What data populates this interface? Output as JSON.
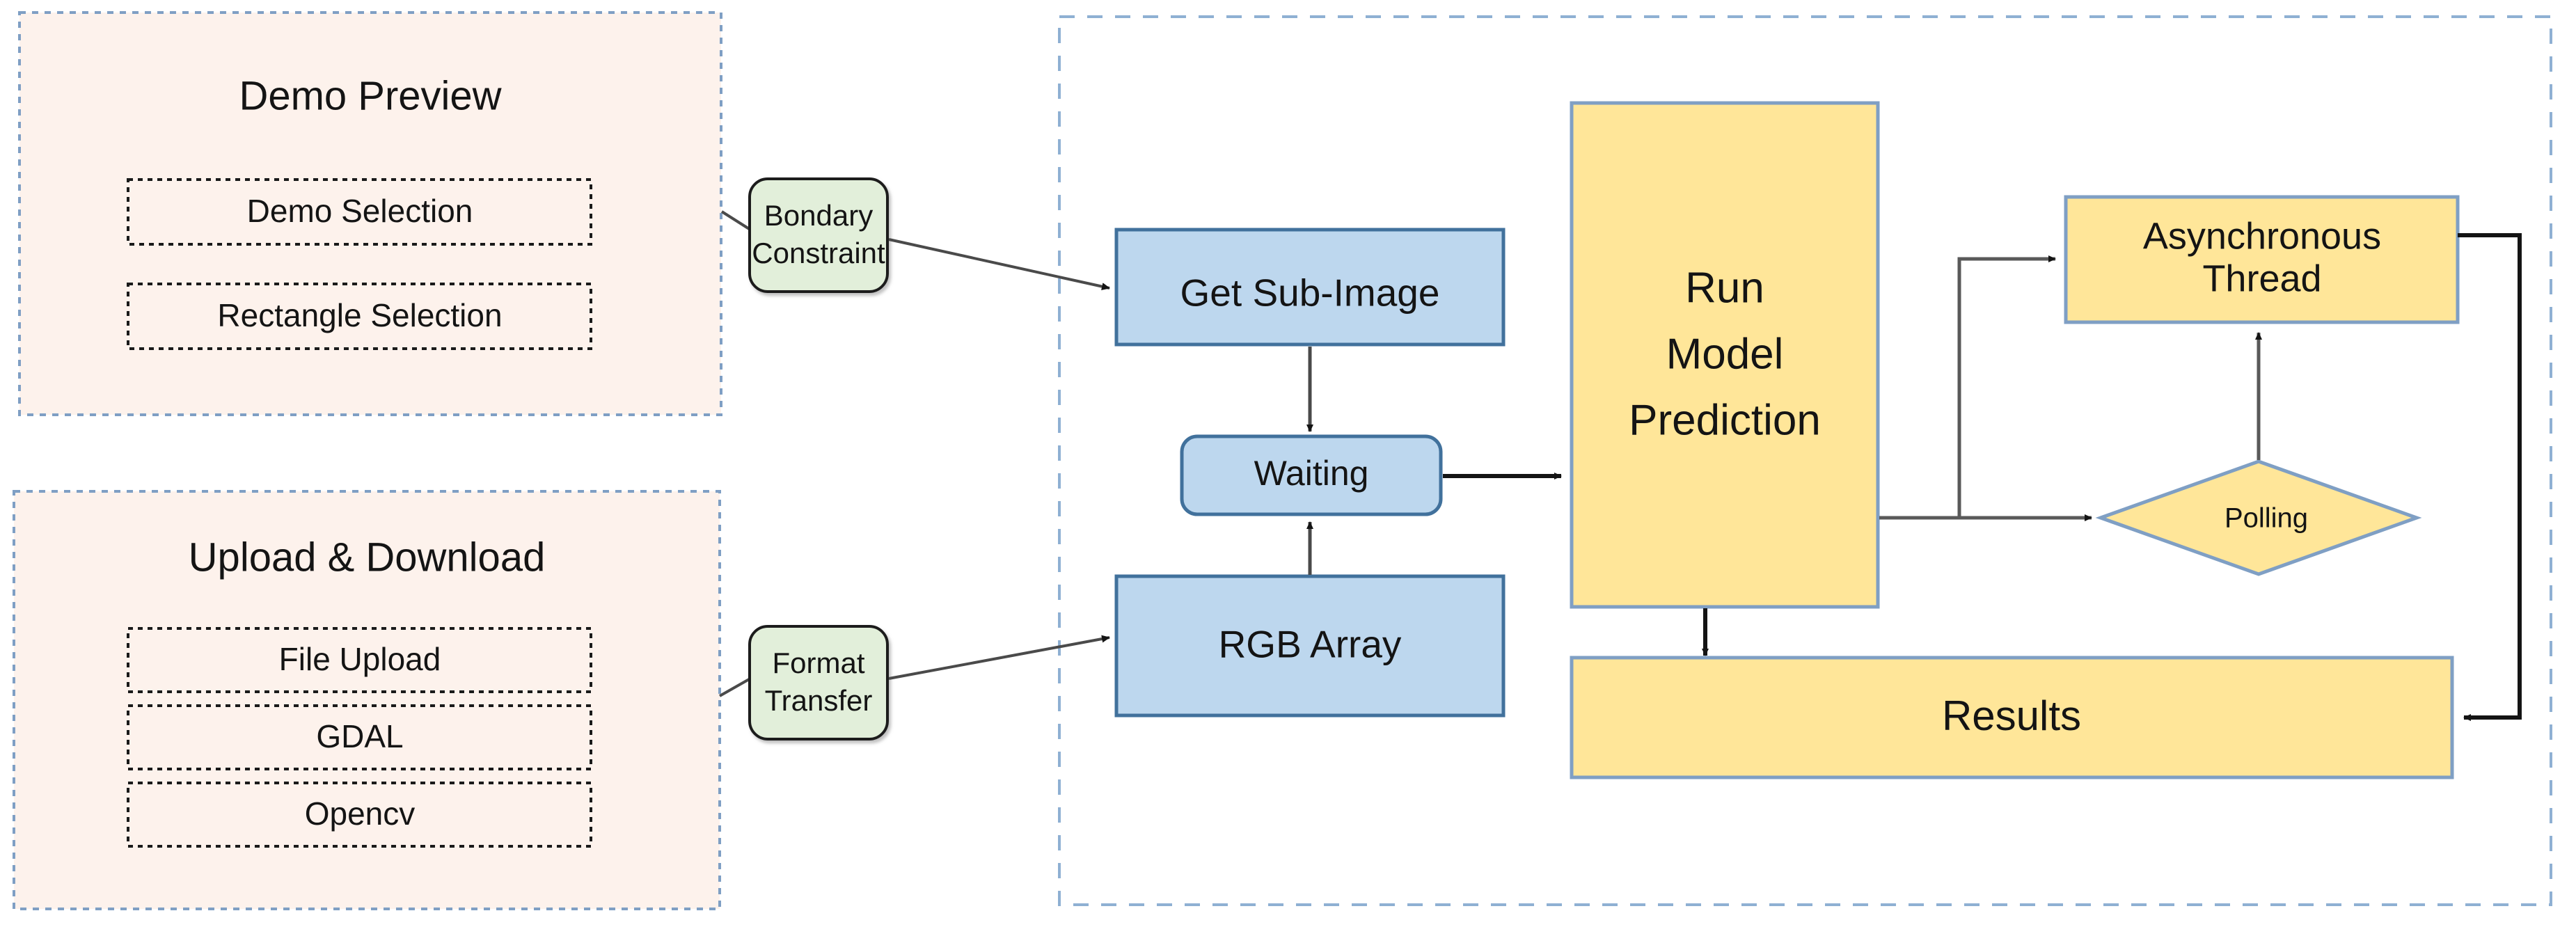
{
  "diagram": {
    "title": "Demo preview / upload pipeline flowchart",
    "colors": {
      "panel_fill": "#fdf2ec",
      "panel_border": "#7f9fc4",
      "process_blue_fill": "#bdd7ee",
      "process_blue_border": "#41719c",
      "stage_yellow_fill": "#ffe699",
      "stage_yellow_border": "#7f9fc4",
      "bridge_green_fill": "#e2efda",
      "bridge_green_border": "#1f1f1f",
      "dotted_item_border": "#1a1a1a",
      "connector": "#595959",
      "text": "#141414"
    },
    "panels": [
      {
        "id": "demo-preview",
        "title": "Demo Preview",
        "items": [
          {
            "id": "demo-selection",
            "label": "Demo Selection"
          },
          {
            "id": "rectangle-selection",
            "label": "Rectangle Selection"
          }
        ]
      },
      {
        "id": "upload-download",
        "title": "Upload & Download",
        "items": [
          {
            "id": "file-upload",
            "label": "File Upload"
          },
          {
            "id": "gdal",
            "label": "GDAL"
          },
          {
            "id": "opencv",
            "label": "Opencv"
          }
        ]
      }
    ],
    "bridges": [
      {
        "id": "bondary-constraint",
        "line1": "Bondary",
        "line2": "Constraint"
      },
      {
        "id": "format-transfer",
        "line1": "Format",
        "line2": "Transfer"
      }
    ],
    "backend": {
      "id": "backend-region",
      "nodes": [
        {
          "id": "get-sub-image",
          "label": "Get Sub-Image",
          "shape": "rect",
          "fill": "blue"
        },
        {
          "id": "waiting",
          "label": "Waiting",
          "shape": "rounded-rect",
          "fill": "blue"
        },
        {
          "id": "rgb-array",
          "label": "RGB Array",
          "shape": "rect",
          "fill": "blue"
        },
        {
          "id": "run-model-prediction",
          "line1": "Run",
          "line2": "Model",
          "line3": "Prediction",
          "shape": "rect",
          "fill": "yellow"
        },
        {
          "id": "asynchronous-thread",
          "line1": "Asynchronous",
          "line2": "Thread",
          "shape": "rect",
          "fill": "yellow"
        },
        {
          "id": "polling",
          "label": "Polling",
          "shape": "diamond",
          "fill": "yellow"
        },
        {
          "id": "results",
          "label": "Results",
          "shape": "rect",
          "fill": "yellow"
        }
      ],
      "edges": [
        {
          "id": "edge-bondary-to-get-sub-image",
          "from": "bondary-constraint",
          "to": "get-sub-image"
        },
        {
          "id": "edge-get-sub-image-to-waiting",
          "from": "get-sub-image",
          "to": "waiting"
        },
        {
          "id": "edge-format-to-rgb-array",
          "from": "format-transfer",
          "to": "rgb-array"
        },
        {
          "id": "edge-rgb-array-to-waiting",
          "from": "rgb-array",
          "to": "waiting"
        },
        {
          "id": "edge-waiting-to-run-model",
          "from": "waiting",
          "to": "run-model-prediction"
        },
        {
          "id": "edge-run-model-to-polling",
          "from": "run-model-prediction",
          "to": "polling"
        },
        {
          "id": "edge-run-model-to-async-thread",
          "from": "run-model-prediction",
          "to": "asynchronous-thread"
        },
        {
          "id": "edge-polling-to-async-thread",
          "from": "polling",
          "to": "asynchronous-thread"
        },
        {
          "id": "edge-async-thread-to-results",
          "from": "asynchronous-thread",
          "to": "results"
        },
        {
          "id": "edge-run-model-to-results",
          "from": "run-model-prediction",
          "to": "results"
        }
      ]
    }
  }
}
